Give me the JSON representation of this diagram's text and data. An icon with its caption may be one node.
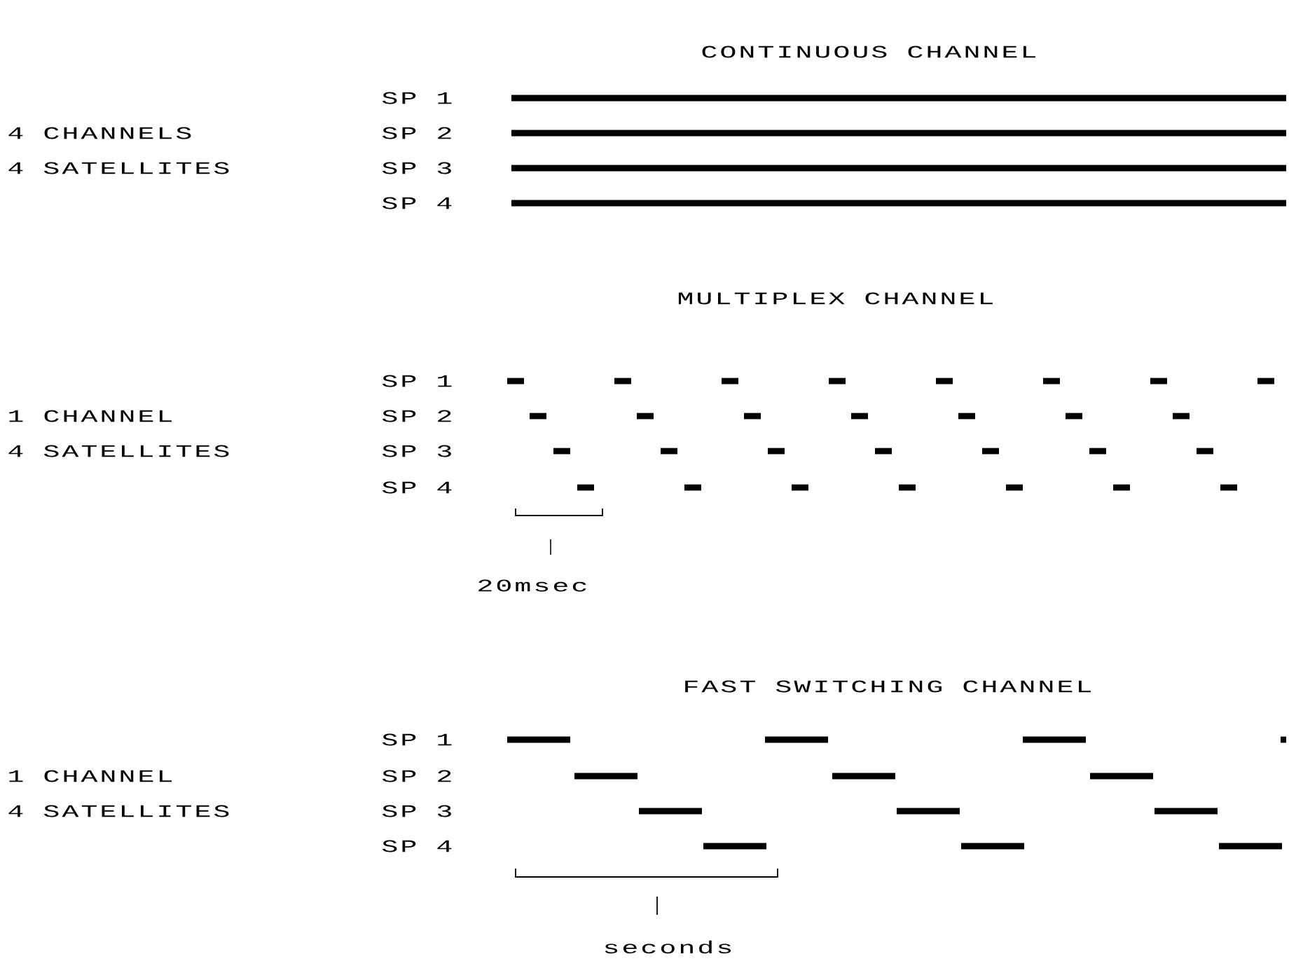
{
  "diagram": {
    "labels": [
      "CONTINUOUS CHANNEL",
      "SP 1",
      "4 CHANNELS",
      "SP 2",
      "4 SATELLITES",
      "SP 3",
      "SP 4",
      "MULTIPLEX CHANNEL",
      "SP 1",
      "1 CHANNEL",
      "SP 2",
      "4 SATELLITES",
      "SP 3",
      "SP 4",
      "20msec",
      "FAST SWITCHING CHANNEL",
      "SP 1",
      "1 CHANNEL",
      "SP 2",
      "4 SATELLITES",
      "SP 3",
      "SP 4",
      "seconds"
    ]
  }
}
